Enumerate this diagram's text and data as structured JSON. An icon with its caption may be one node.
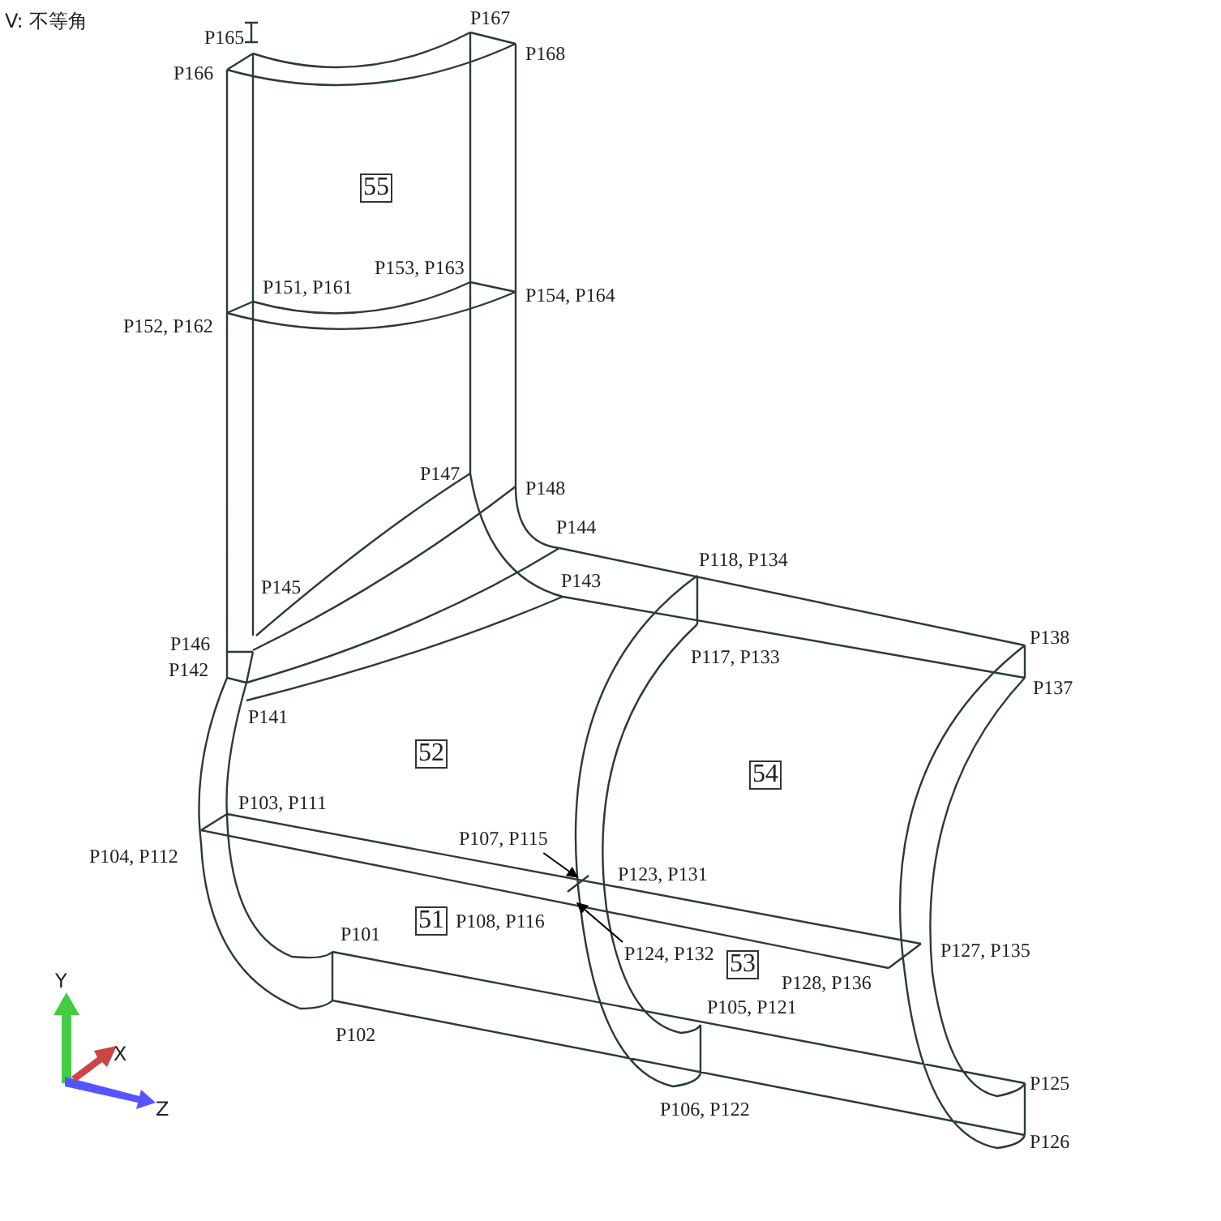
{
  "diagram": {
    "nodes": [
      {
        "text": [
          "55"
        ]
      },
      {
        "text": [
          "52"
        ]
      },
      {
        "text": [
          "54"
        ]
      },
      {
        "text": [
          "P107, P115"
        ]
      },
      {
        "text": [
          "51"
        ]
      },
      {
        "text": [
          "P124, P132"
        ]
      },
      {
        "text": [
          "53"
        ]
      }
    ],
    "edges": [
      {
        "from": 3,
        "to": null,
        "arrow": "to"
      },
      {
        "from": 5,
        "to": null,
        "arrow": "to"
      }
    ],
    "labels": [
      "V: 不等角",
      "P167",
      "P165",
      "P168",
      "P166",
      "P153, P163",
      "P151, P161",
      "P154, P164",
      "P152, P162",
      "P147",
      "P148",
      "P144",
      "P118, P134",
      "P143",
      "P145",
      "P138",
      "P146",
      "P117, P133",
      "P142",
      "P137",
      "P141",
      "P103, P111",
      "P104, P112",
      "P123, P131",
      "P108, P116",
      "P101",
      "P127, P135",
      "P128, P136",
      "P105, P121",
      "P102",
      "Y",
      "X",
      "P125",
      "Z",
      "P106, P122",
      "P126"
    ]
  }
}
